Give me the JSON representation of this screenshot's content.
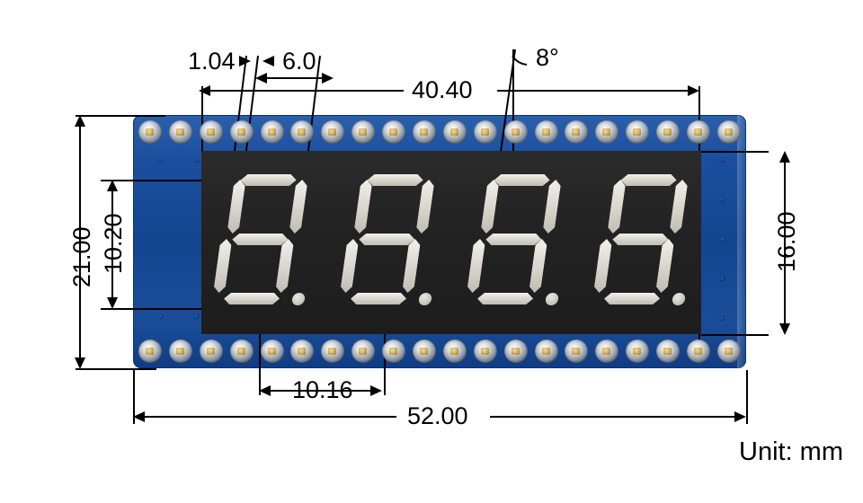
{
  "drawing": {
    "subject": "4-digit 7-segment LED display module mechanical drawing",
    "unit_note": "Unit: mm",
    "dimensions": {
      "overall_width": "52.00",
      "overall_height": "21.00",
      "display_window_width": "40.40",
      "display_window_height": "16.00",
      "digit_height": "10.20",
      "segment_width": "1.04",
      "digit_width": "6.0",
      "digit_pitch": "10.16",
      "digit_slant_angle": "8°"
    }
  },
  "board": {
    "color": "#14458f",
    "pad_count_top": 20,
    "pad_count_bottom": 20,
    "pad_color": "#9aa3ad",
    "pad_center_color": "#cfa94e"
  },
  "display_module": {
    "background_color": "#232323",
    "segment_color": "#e6e3dc",
    "digit_count": 4,
    "digits": [
      "8.",
      "8.",
      "8.",
      "8."
    ],
    "decimal_points": 4
  }
}
